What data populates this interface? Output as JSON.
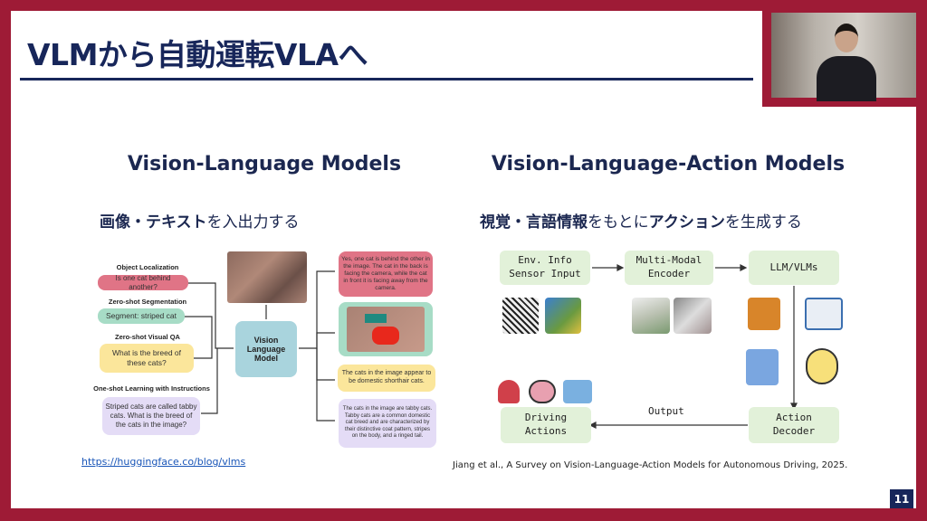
{
  "slide": {
    "title": "VLMから自動運転VLAへ",
    "page_number": "11"
  },
  "left": {
    "heading": "Vision-Language Models",
    "subheading_bold": "画像・テキスト",
    "subheading_rest": "を入出力する",
    "tasks": [
      {
        "label": "Object Localization",
        "prompt": "Is one cat behind another?"
      },
      {
        "label": "Zero-shot Segmentation",
        "prompt": "Segment: striped cat"
      },
      {
        "label": "Zero-shot Visual QA",
        "prompt": "What is the breed of these cats?"
      },
      {
        "label": "One-shot Learning with Instructions",
        "prompt": "Striped cats are called tabby cats. What is the breed of the cats in the image?"
      }
    ],
    "model": "Vision Language Model",
    "outputs": [
      "Yes, one cat is behind the other in the image. The cat in the back is facing the camera, while the cat in front it is facing away from the camera.",
      "The cats in the image appear to be domestic shorthair cats.",
      "The cats in the image are tabby cats. Tabby cats are a common domestic cat breed and are characterized by their distinctive coat pattern, stripes on the body, and a ringed tail."
    ],
    "link": "https://huggingface.co/blog/vlms"
  },
  "right": {
    "heading": "Vision-Language-Action Models",
    "subheading_parts": [
      {
        "t": "視覚・言語情報",
        "b": true
      },
      {
        "t": "をもとに",
        "b": false
      },
      {
        "t": "アクション",
        "b": true
      },
      {
        "t": "を生成する",
        "b": false
      }
    ],
    "boxes": {
      "env": "Env. Info\nSensor Input",
      "encoder": "Multi-Modal\nEncoder",
      "llm": "LLM/VLMs",
      "decoder": "Action\nDecoder",
      "driving": "Driving\nActions"
    },
    "output_label": "Output",
    "citation": "Jiang et al., A Survey on Vision-Language-Action Models for Autonomous Driving, 2025."
  }
}
